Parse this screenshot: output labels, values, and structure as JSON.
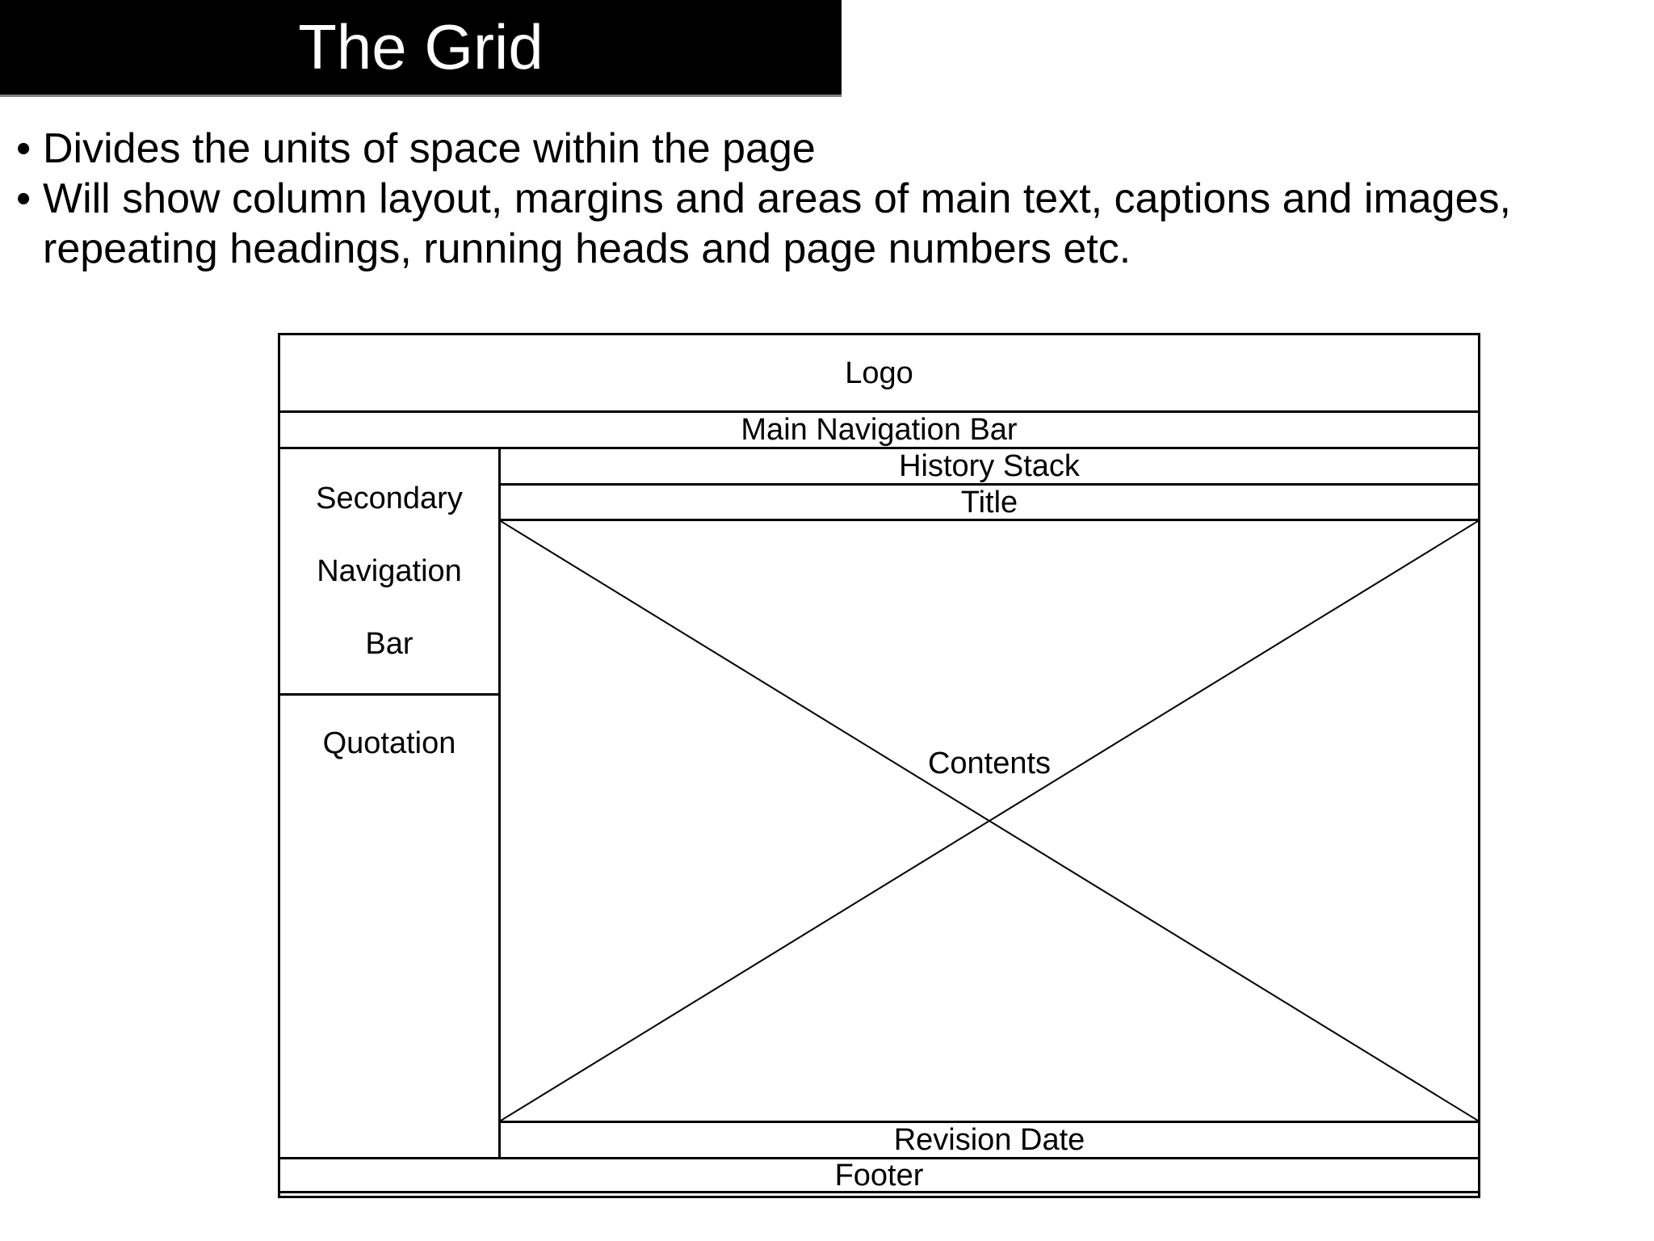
{
  "slide": {
    "title": "The Grid",
    "bullet_char": "•",
    "bullets": [
      {
        "line1": "Divides the units of space within the page"
      },
      {
        "line1": "Will show column layout, margins and areas of main text, captions and images,",
        "line2": "repeating headings, running heads and page numbers etc."
      }
    ]
  },
  "wireframe": {
    "logo": "Logo",
    "main_nav": "Main Navigation Bar",
    "history_stack": "History Stack",
    "title_row": "Title",
    "secondary_nav": [
      "Secondary",
      "Navigation",
      "Bar"
    ],
    "quotation": "Quotation",
    "contents": "Contents",
    "revision_date": "Revision Date",
    "footer": "Footer"
  },
  "colors": {
    "background": "#ffffff",
    "title_bar_background": "#000000",
    "title_bar_text": "#ffffff",
    "title_bar_edge": "#7f7f7f",
    "diagram_line": "#000000",
    "text": "#000000"
  }
}
